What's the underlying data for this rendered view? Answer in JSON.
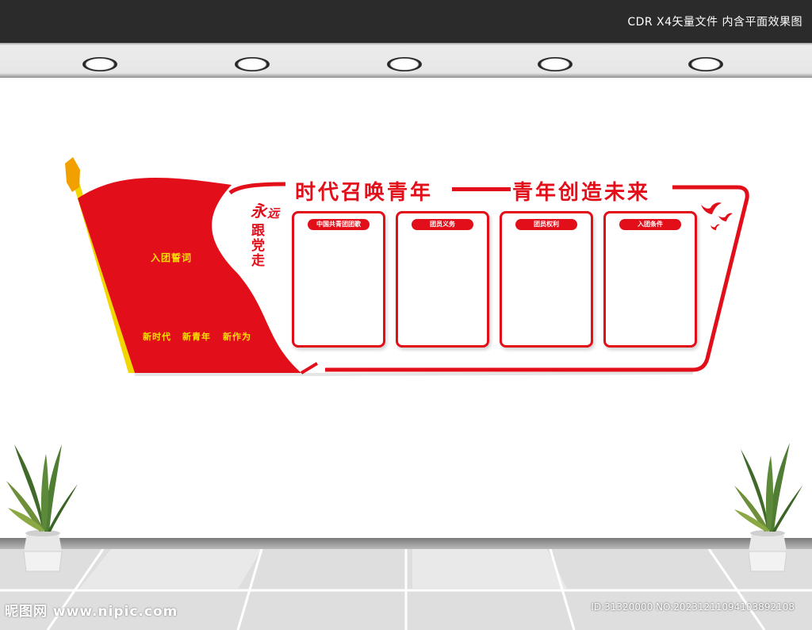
{
  "header": {
    "text": "CDR X4矢量文件  内含平面效果图"
  },
  "display": {
    "oath": "入团誓词",
    "slogans": [
      "新时代",
      "新青年",
      "新作为"
    ],
    "headline_left": "时代召唤青年",
    "headline_right": "青年创造未来",
    "script": {
      "line1_a": "永",
      "line1_b": "远",
      "line2": "跟",
      "line3": "党",
      "line4": "走"
    },
    "panels": [
      {
        "label": "中国共青团团歌"
      },
      {
        "label": "团员义务"
      },
      {
        "label": "团员权利"
      },
      {
        "label": "入团条件"
      }
    ],
    "colors": {
      "red": "#e20f1a",
      "yellow": "#f7e000"
    }
  },
  "watermark": {
    "left": "昵图网 www.nipic.com",
    "right": "ID:31320000 NO:20231211094103892108"
  }
}
